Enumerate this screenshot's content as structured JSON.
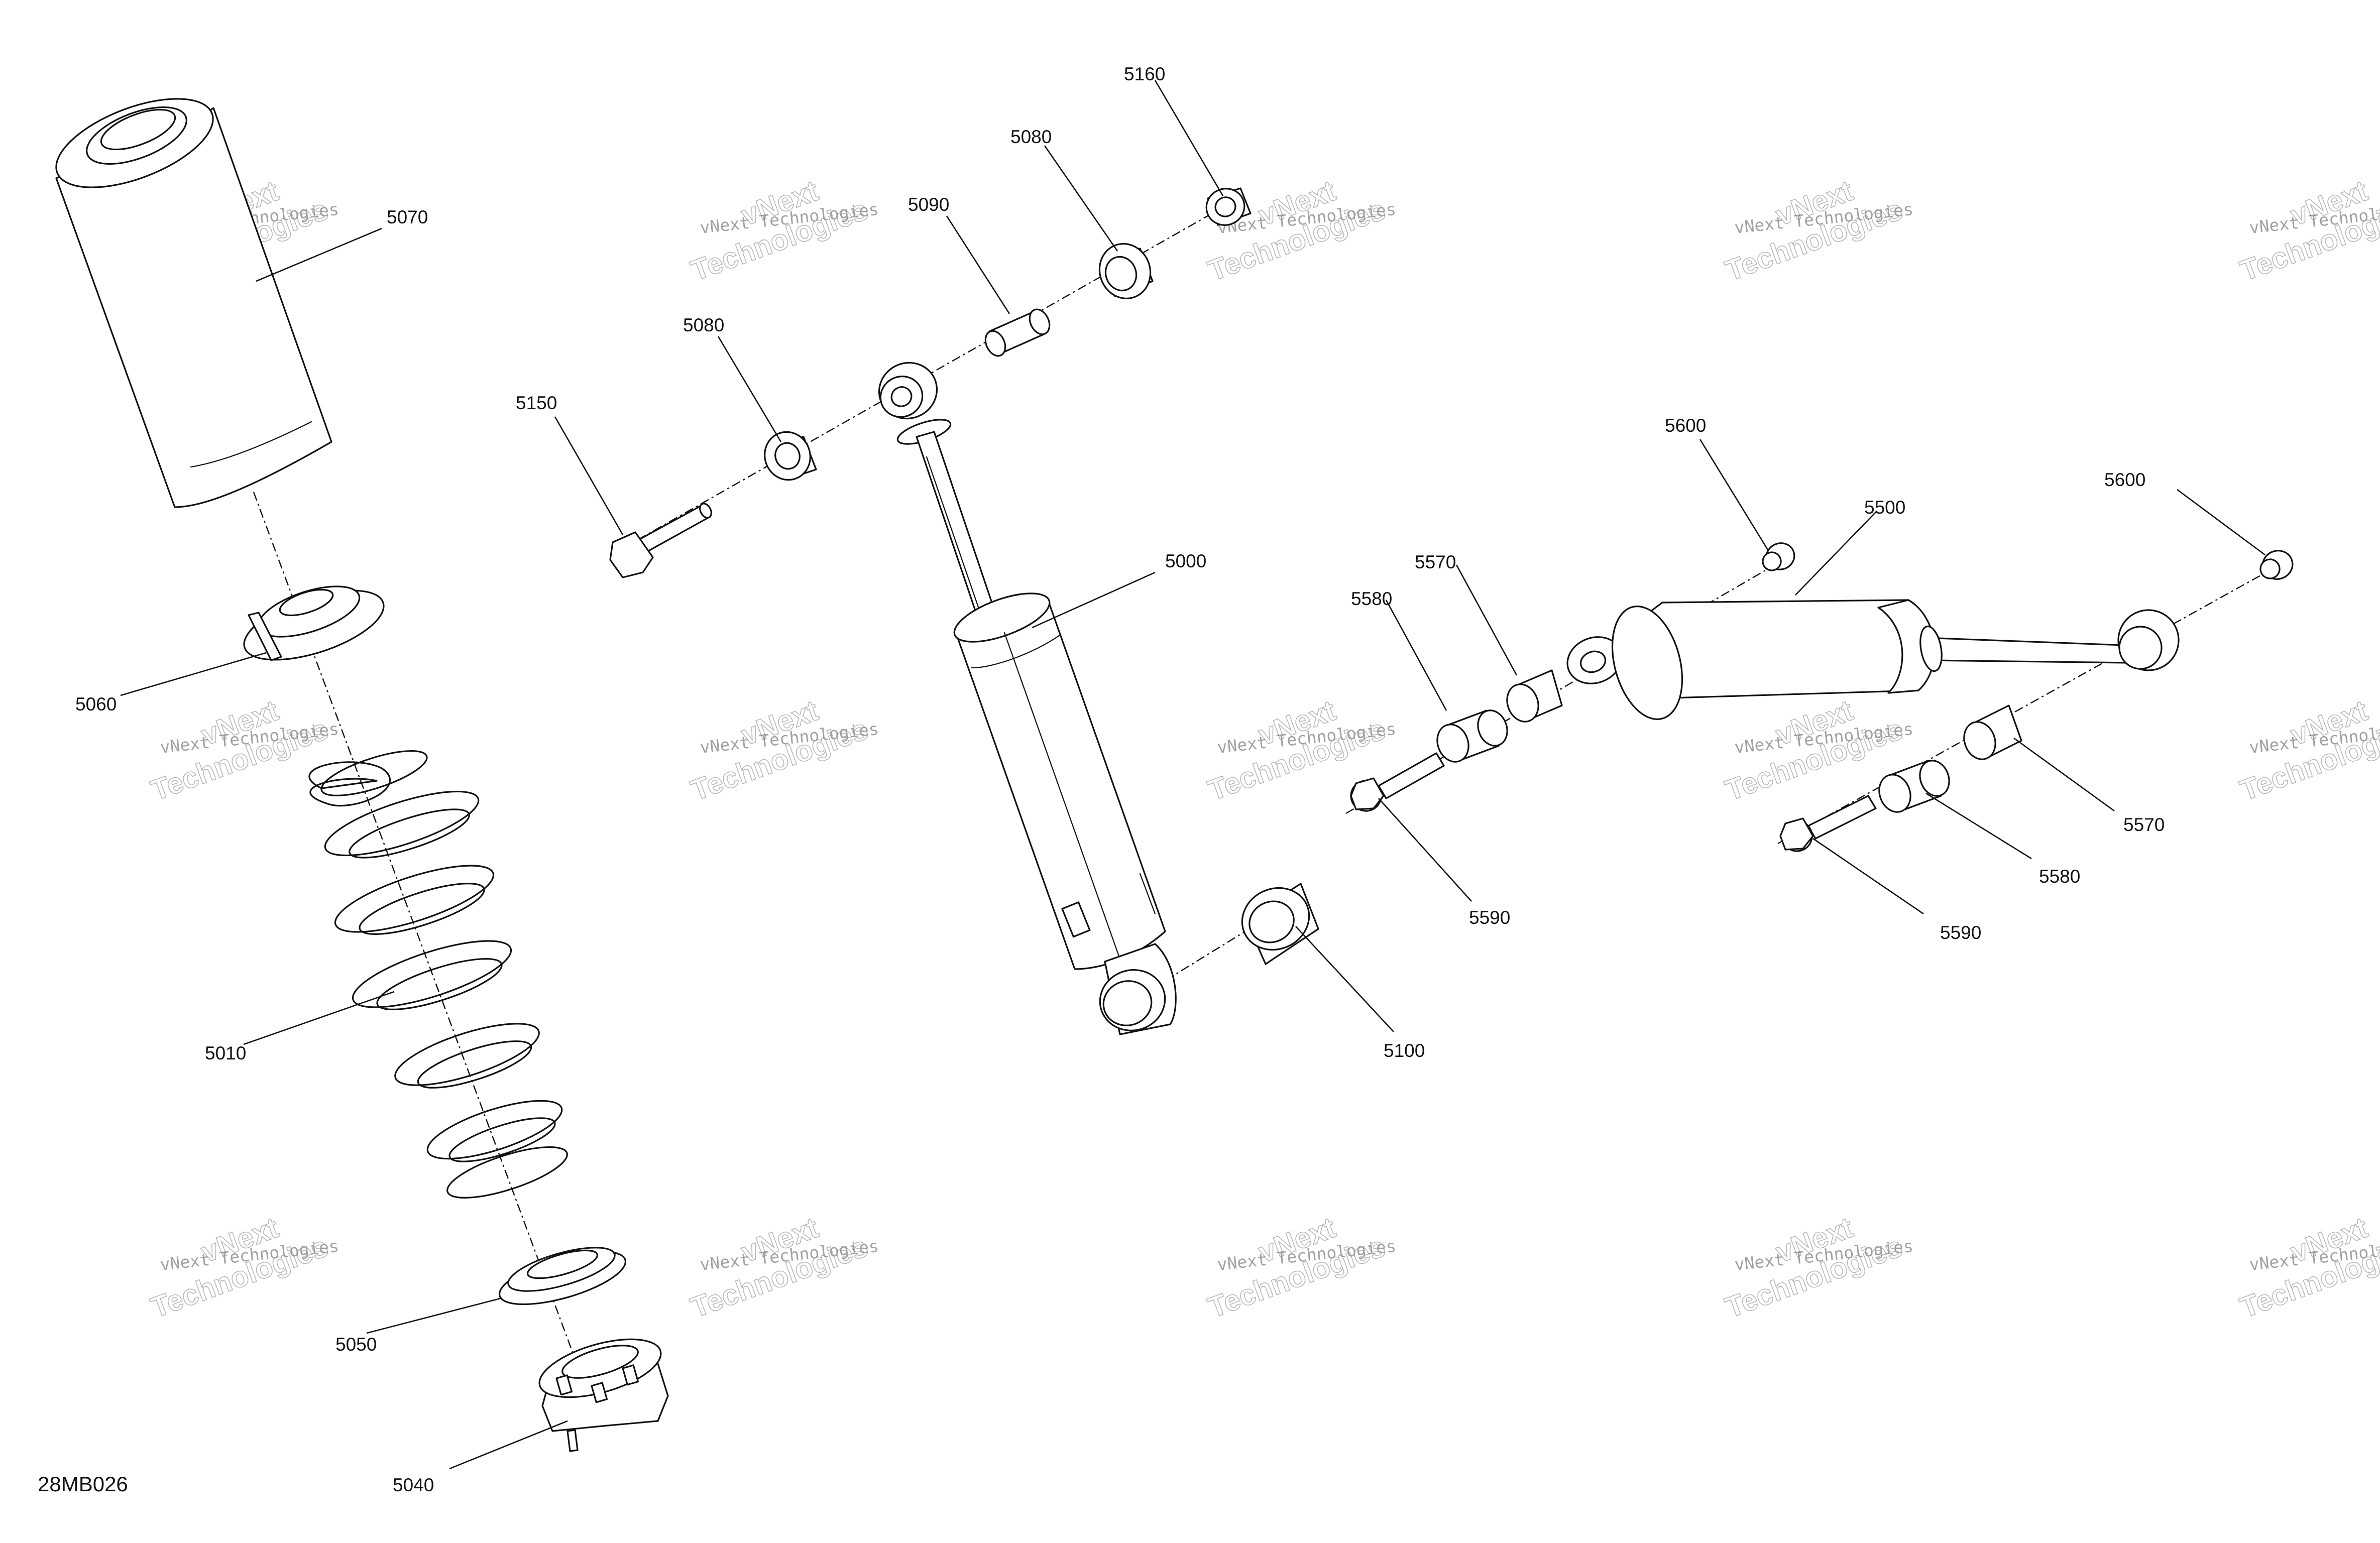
{
  "figure_id": "28MB026",
  "watermark": {
    "line1": "vNext",
    "line2": "vNext Technologies",
    "line3": "Technologies"
  },
  "callouts": {
    "p5000": "5000",
    "p5010": "5010",
    "p5040": "5040",
    "p5050": "5050",
    "p5060": "5060",
    "p5070": "5070",
    "p5080_left": "5080",
    "p5080_right": "5080",
    "p5090": "5090",
    "p5100": "5100",
    "p5150": "5150",
    "p5160": "5160",
    "p5500": "5500",
    "p5570_left": "5570",
    "p5570_right": "5570",
    "p5580_left": "5580",
    "p5580_right": "5580",
    "p5590_left": "5590",
    "p5590_right": "5590",
    "p5600_left": "5600",
    "p5600_right": "5600"
  }
}
